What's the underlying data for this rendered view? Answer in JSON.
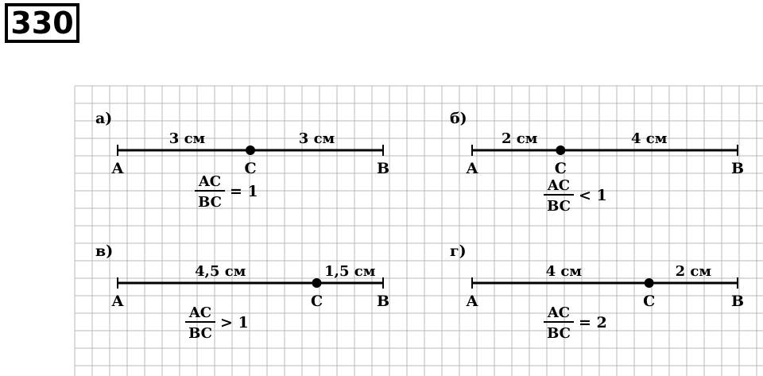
{
  "exercise_number": "330",
  "colors": {
    "grid": "#b9b9b9",
    "ink": "#000000",
    "paper": "#ffffff"
  },
  "panels": [
    {
      "id": "a",
      "label": "а)",
      "total_cm": 6,
      "c_cm": 3,
      "points": {
        "start": "A",
        "middle": "C",
        "end": "B"
      },
      "segments": [
        "3 см",
        "3 см"
      ],
      "fraction": {
        "numerator": "AC",
        "denominator": "BC",
        "relation": "= 1"
      }
    },
    {
      "id": "b",
      "label": "б)",
      "total_cm": 6,
      "c_cm": 2,
      "points": {
        "start": "A",
        "middle": "C",
        "end": "B"
      },
      "segments": [
        "2 см",
        "4 см"
      ],
      "fraction": {
        "numerator": "AC",
        "denominator": "BC",
        "relation": "< 1"
      }
    },
    {
      "id": "v",
      "label": "в)",
      "total_cm": 6,
      "c_cm": 4.5,
      "points": {
        "start": "A",
        "middle": "C",
        "end": "B"
      },
      "segments": [
        "4,5 см",
        "1,5 см"
      ],
      "fraction": {
        "numerator": "AC",
        "denominator": "BC",
        "relation": "> 1"
      }
    },
    {
      "id": "g",
      "label": "г)",
      "total_cm": 6,
      "c_cm": 4,
      "points": {
        "start": "A",
        "middle": "C",
        "end": "B"
      },
      "segments": [
        "4 см",
        "2 см"
      ],
      "fraction": {
        "numerator": "AC",
        "denominator": "BC",
        "relation": "= 2"
      }
    }
  ]
}
